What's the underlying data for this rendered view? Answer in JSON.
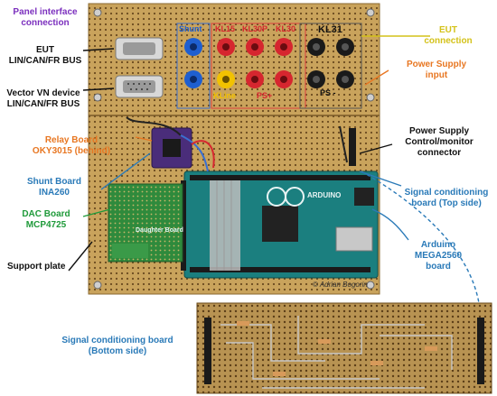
{
  "labels": {
    "panel_interface": [
      "Panel interface",
      "connection"
    ],
    "eut_bus": [
      "EUT",
      "LIN/CAN/FR BUS"
    ],
    "vector_bus": [
      "Vector VN device",
      "LIN/CAN/FR BUS"
    ],
    "relay_board": [
      "Relay Board",
      "OKY3015 (behind)"
    ],
    "shunt_board": [
      "Shunt Board",
      "INA260"
    ],
    "dac_board": [
      "DAC Board",
      "MCP4725"
    ],
    "support_plate": "Support plate",
    "eut_connection": [
      "EUT",
      "connection"
    ],
    "power_supply_input": [
      "Power Supply",
      "input"
    ],
    "ps_control": [
      "Power Supply",
      "Control/monitor",
      "connector"
    ],
    "signal_top": [
      "Signal conditioning",
      "board (Top side)"
    ],
    "arduino": [
      "Arduino",
      "MEGA2560",
      "board"
    ],
    "signal_bottom": [
      "Signal conditioning board",
      "(Bottom side)"
    ],
    "copyright": "© Adrian Bogorin"
  },
  "board_tags": {
    "shunt": "Shunt",
    "kl15": "KL15",
    "kl30p": "KL30P",
    "kl30": "KL30",
    "kl31": "KL31",
    "kline": "KLine",
    "ps_plus": "PS+",
    "ps_minus": "PS -",
    "daughter": "Daughter Board",
    "arduino_logo": "ARDUINO"
  },
  "colors": {
    "perfboard": "#c9a35c",
    "purple": "#7b2fbe",
    "orange": "#e87722",
    "blue": "#2a7ab8",
    "green": "#1f9a3a",
    "yellow": "#e8dc2a",
    "arduino_teal": "#1b7f7f",
    "red_jack": "#d6262f",
    "blue_jack": "#1f5fd0",
    "yellow_jack": "#f2c200",
    "black_jack": "#1a1a1a"
  }
}
